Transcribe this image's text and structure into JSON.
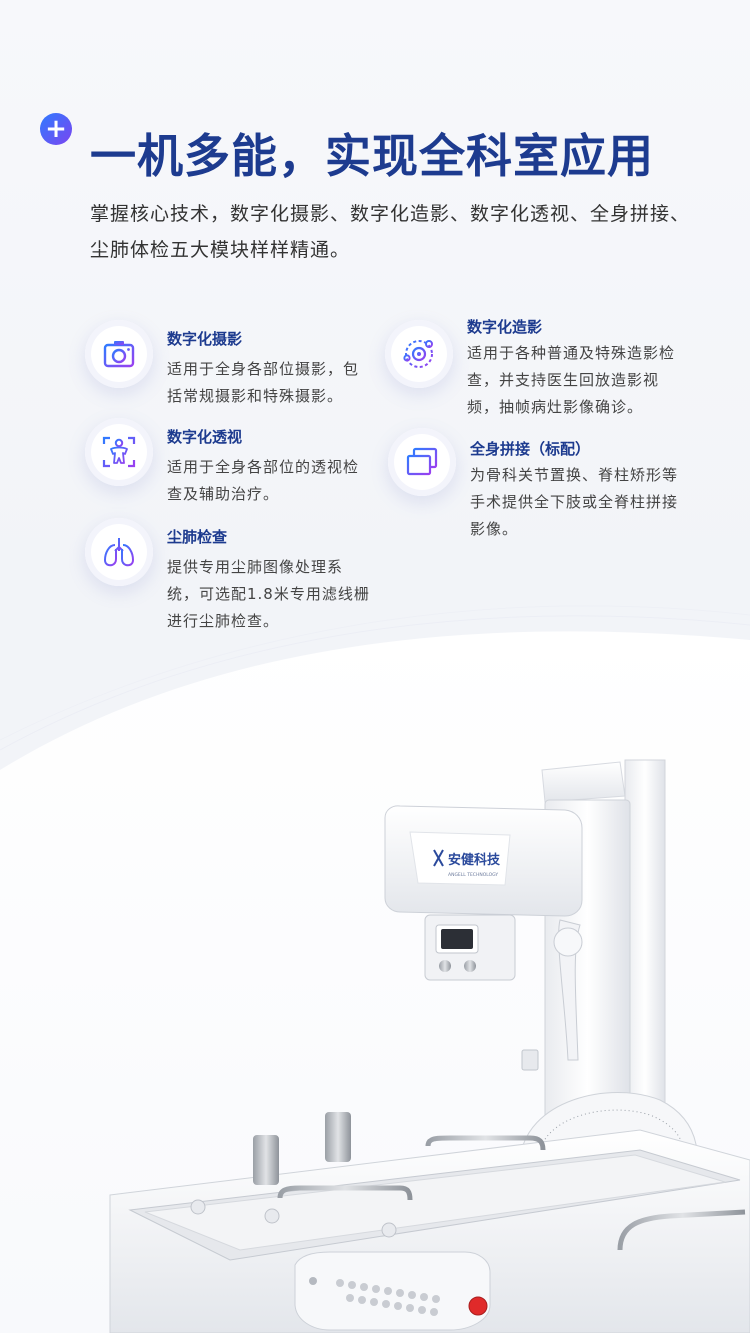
{
  "header": {
    "plus_icon": "plus-icon",
    "headline": "一机多能，实现全科室应用",
    "intro": "掌握核心技术，数字化摄影、数字化造影、数字化透视、全身拼接、尘肺体检五大模块样样精通。"
  },
  "features": [
    {
      "icon": "camera-icon",
      "title": "数字化摄影",
      "desc": "适用于全身各部位摄影，包括常规摄影和特殊摄影。"
    },
    {
      "icon": "orbit-icon",
      "title": "数字化造影",
      "desc": "适用于各种普通及特殊造影检查，并支持医生回放造影视频，抽帧病灶影像确诊。"
    },
    {
      "icon": "body-scan-icon",
      "title": "数字化透视",
      "desc": "适用于全身各部位的透视检查及辅助治疗。"
    },
    {
      "icon": "stitch-icon",
      "title": "全身拼接（标配）",
      "desc": "为骨科关节置换、脊柱矫形等手术提供全下肢或全脊柱拼接影像。"
    },
    {
      "icon": "lungs-icon",
      "title": "尘肺检查",
      "desc": "提供专用尘肺图像处理系统，可选配1.8米专用滤线栅进行尘肺检查。"
    }
  ],
  "product": {
    "brand_label": "安健科技",
    "brand_sub": "ANGELL TECHNOLOGY"
  },
  "colors": {
    "primary": "#1d3b8f",
    "accent_gradient_start": "#2f7bff",
    "accent_gradient_end": "#7b45f0",
    "emergency_red": "#e02a2a"
  }
}
